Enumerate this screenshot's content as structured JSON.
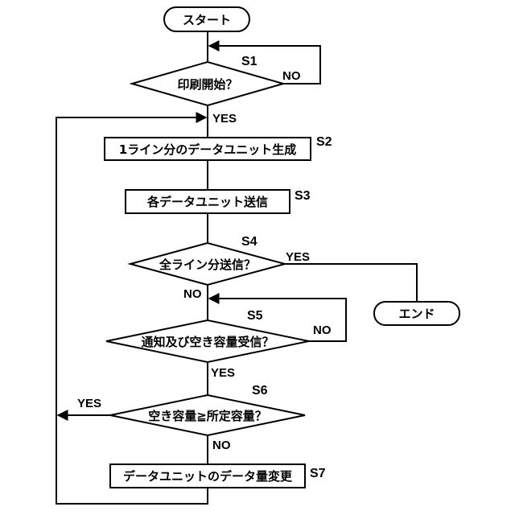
{
  "flowchart": {
    "start": "スタート",
    "end": "エンド",
    "nodes": {
      "s1": {
        "label": "印刷開始？",
        "step": "S1"
      },
      "s2": {
        "label": "1ライン分のデータユニット生成",
        "step": "S2"
      },
      "s3": {
        "label": "各データユニット送信",
        "step": "S3"
      },
      "s4": {
        "label": "全ライン分送信？",
        "step": "S4"
      },
      "s5": {
        "label": "通知及び空き容量受信？",
        "step": "S5"
      },
      "s6": {
        "label": "空き容量≧所定容量？",
        "step": "S6"
      },
      "s7": {
        "label": "データユニットのデータ量変更",
        "step": "S7"
      }
    },
    "branches": {
      "s1_no": "NO",
      "s1_yes": "YES",
      "s4_yes": "YES",
      "s4_no": "NO",
      "s5_no": "NO",
      "s5_yes": "YES",
      "s6_yes": "YES",
      "s6_no": "NO"
    }
  }
}
